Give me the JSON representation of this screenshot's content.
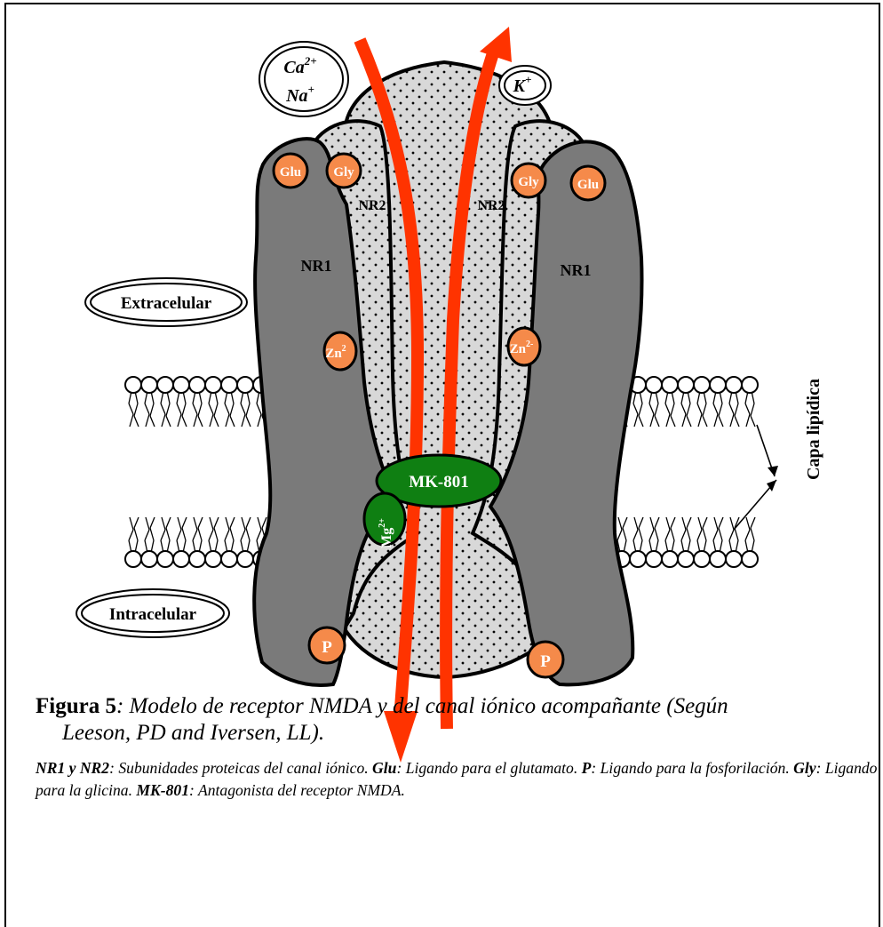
{
  "ions": {
    "ca": "Ca",
    "ca_charge": "2+",
    "na": "Na",
    "na_charge": "+",
    "k": "K",
    "k_charge": "+"
  },
  "labels": {
    "glu": "Glu",
    "gly": "Gly",
    "nr1": "NR1",
    "nr2": "NR2",
    "zn": "Zn",
    "zn_charge_left": "2",
    "zn_charge_right": "2-",
    "mk801": "MK-801",
    "mg": "Mg",
    "mg_charge": "2+",
    "p": "P",
    "extracelular": "Extracelular",
    "intracelular": "Intracelular",
    "capa_lipidica": "Capa lipídica"
  },
  "colors": {
    "receptor_gray": "#7a7a7a",
    "channel_stipple": "#d8d8d8",
    "ion_arrow": "#ff3300",
    "ligand_orange": "#f58a4a",
    "antagonist_green": "#0f7f12"
  },
  "caption": {
    "figure_label": "Figura 5",
    "title_part1": ": Modelo de receptor NMDA y del canal iónico acompañante (Según",
    "title_part2": "Leeson, PD and Iversen, LL).",
    "defs": [
      {
        "term": "NR1 y NR2",
        "text": ": Subunidades proteicas del canal iónico. "
      },
      {
        "term": "Glu",
        "text": ": Ligando para el glutamato. "
      },
      {
        "term": "P",
        "text": ": Ligando para la fosforilación. "
      },
      {
        "term": "Gly",
        "text": ": Ligando para la glicina. "
      },
      {
        "term": "MK-801",
        "text": ": Antagonista del receptor NMDA."
      }
    ]
  }
}
